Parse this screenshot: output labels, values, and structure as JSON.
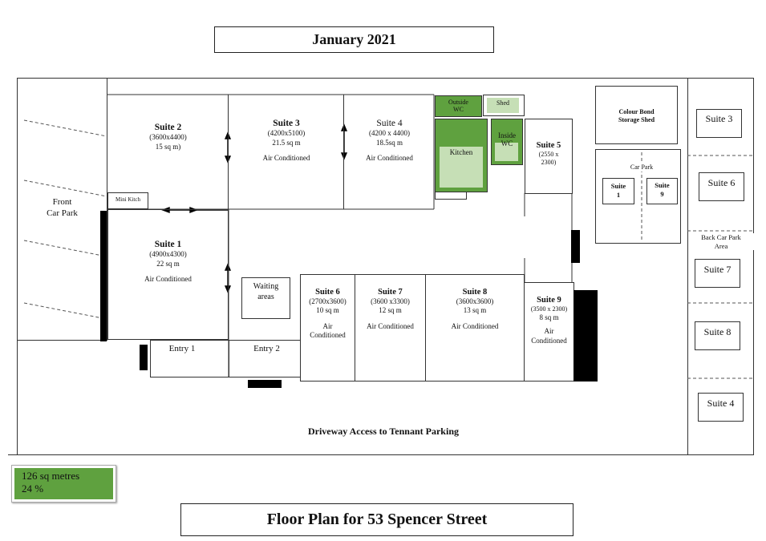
{
  "header": {
    "title": "January 2021"
  },
  "footer": {
    "title": "Floor Plan for 53 Spencer Street"
  },
  "legend": {
    "area": "126 sq metres",
    "percent": "24 %"
  },
  "front_car_park": "Front\nCar Park",
  "driveway": "Driveway Access to Tennant Parking",
  "rooms": {
    "suite2": {
      "name": "Suite 2",
      "dims": "(3600x4400)",
      "area": "15 sq m)"
    },
    "suite3": {
      "name": "Suite 3",
      "dims": "(4200x5100)",
      "area": "21.5 sq m",
      "note": "Air Conditioned"
    },
    "suite4": {
      "name": "Suite 4",
      "dims": "(4200 x 4400)",
      "area": "18.5sq m",
      "note": "Air Conditioned"
    },
    "suite5": {
      "name": "Suite 5",
      "dims": "(2550 x\n2300)"
    },
    "suite1": {
      "name": "Suite 1",
      "dims": "(4900x4300)",
      "area": "22 sq m",
      "note": "Air Conditioned"
    },
    "suite6": {
      "name": "Suite 6",
      "dims": "(2700x3600)",
      "area": "10 sq m",
      "note": "Air\nConditioned"
    },
    "suite7": {
      "name": "Suite 7",
      "dims": "(3600 x3300)",
      "area": "12 sq m",
      "note": "Air Conditioned"
    },
    "suite8": {
      "name": "Suite 8",
      "dims": "(3600x3600)",
      "area": "13 sq m",
      "note": "Air Conditioned"
    },
    "suite9": {
      "name": "Suite 9",
      "dims": "(3500 x 2300)",
      "area": "8 sq m",
      "note": "Air\nConditioned"
    },
    "mini_kitch": "Mini Kitch",
    "outside_wc": "Outside\nWC",
    "shed": "Shed",
    "kitchen": "Kitchen",
    "inside_wc": "Inside\nWC",
    "waiting": "Waiting\nareas",
    "entry1": "Entry 1",
    "entry2": "Entry 2"
  },
  "back": {
    "colour_bond": "Colour Bond\nStorage Shed",
    "car_park": "Car Park",
    "cp_suite1": "Suite\n1",
    "cp_suite9": "Suite\n9",
    "back_car_park": "Back Car Park\nArea",
    "right_suites": [
      "Suite 3",
      "Suite 6",
      "Suite 7",
      "Suite 8",
      "Suite 4"
    ]
  }
}
